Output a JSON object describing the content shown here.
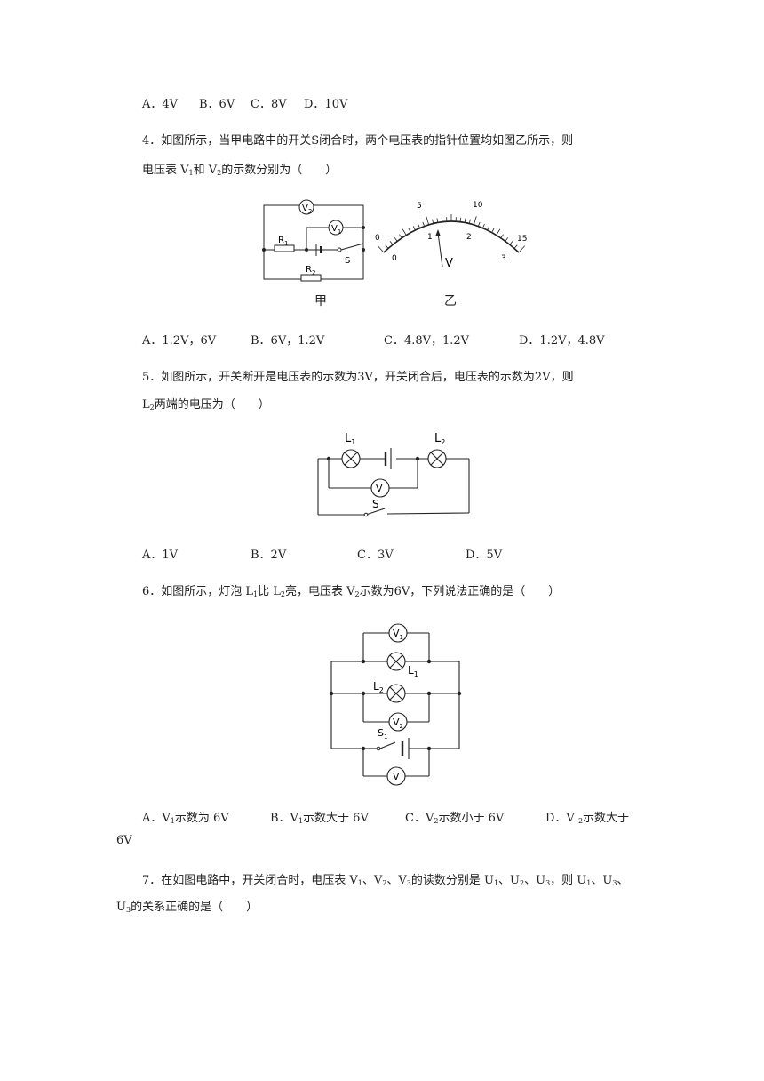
{
  "q3": {
    "options": [
      "A．4V",
      "B．6V",
      "C．8V",
      "D．10V"
    ]
  },
  "q4": {
    "line1": "4．如图所示，当甲电路中的开关S闭合时，两个电压表的指针位置均如图乙所示，则",
    "line2_pre": "电压表 V",
    "line2_sub1": "1",
    "line2_mid": "和 V",
    "line2_sub2": "2",
    "line2_post": "的示数分别为（　　）",
    "fig_labels": {
      "jia": "甲",
      "yi": "乙"
    },
    "options": [
      "A．1.2V，6V",
      "B．6V，1.2V",
      "C．4.8V，1.2V",
      "D．1.2V，4.8V"
    ]
  },
  "q5": {
    "line1": "5．如图所示，开关断开是电压表的示数为3V，开关闭合后，电压表的示数为2V，则",
    "line2_pre": "L",
    "line2_sub": "2",
    "line2_post": "两端的电压为（　　）",
    "options": [
      "A．1V",
      "B．2V",
      "C．3V",
      "D．5V"
    ]
  },
  "q6": {
    "line1_a": "6．如图所示，灯泡 L",
    "line1_s1": "1",
    "line1_b": "比 L",
    "line1_s2": "2",
    "line1_c": "亮，电压表 V",
    "line1_s3": "2",
    "line1_d": "示数为6V，下列说法正确的是（　　）",
    "opt_a_pre": "A．V",
    "opt_a_sub": "1",
    "opt_a_post": "示数为 6V",
    "opt_b_pre": "B．V",
    "opt_b_sub": "1",
    "opt_b_post": "示数大于 6V",
    "opt_c_pre": "C．V",
    "opt_c_sub": "2",
    "opt_c_post": "示数小于 6V",
    "opt_d_pre": "D．V ",
    "opt_d_sub": "2",
    "opt_d_post": "示数大于",
    "opt_d_wrap": "6V"
  },
  "q7": {
    "line1_a": "7．在如图电路中，开关闭合时，电压表 V",
    "s1": "1",
    "c1": "、V",
    "s2": "2",
    "c2": "、V",
    "s3": "3",
    "c3": "的读数分别是 U",
    "s4": "1",
    "c4": "、U",
    "s5": "2",
    "c5": "、U",
    "s6": "3",
    "c6": "，则 U",
    "s7": "1",
    "c7": "、U",
    "s8": "3",
    "c8": "、",
    "line2_pre": "U",
    "line2_sub": "3",
    "line2_post": "的关系正确的是（　　）"
  },
  "circuit_labels": {
    "R1": "R",
    "R1_sub": "1",
    "R2": "R",
    "R2_sub": "2",
    "S": "S",
    "V": "V",
    "V1_sub": "1",
    "V2_sub": "2",
    "L": "L",
    "L1_sub": "1",
    "L2_sub": "2",
    "S1": "S",
    "S1_sub": "1"
  },
  "dial": {
    "outer_ticks": [
      "0",
      "5",
      "10",
      "15"
    ],
    "inner_ticks": [
      "0",
      "1",
      "2",
      "3"
    ],
    "unit": "V"
  }
}
